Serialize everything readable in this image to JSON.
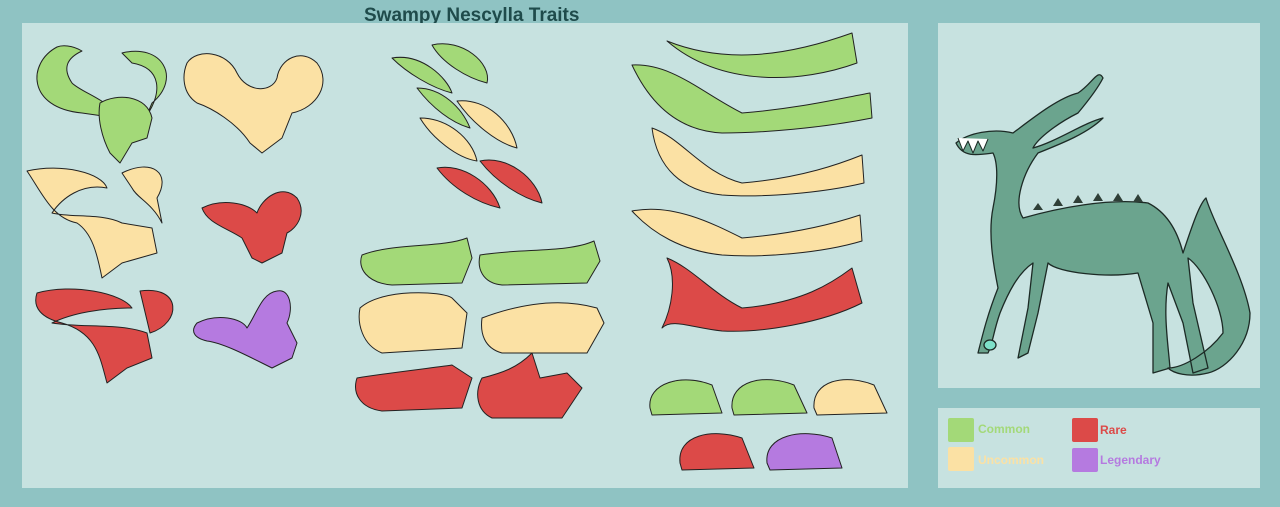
{
  "title": "Swampy Nescylla Traits",
  "colors": {
    "common": "#a3d978",
    "uncommon": "#fbe1a4",
    "rare": "#dc4a48",
    "legendary": "#b57ae0",
    "creature": "#6ba48e",
    "background": "#8fc3c3",
    "panel": "#c7e2e0"
  },
  "legend": [
    {
      "label": "Common",
      "color": "#a3d978"
    },
    {
      "label": "Rare",
      "color": "#dc4a48"
    },
    {
      "label": "Uncommon",
      "color": "#fbe1a4"
    },
    {
      "label": "Legendary",
      "color": "#b57ae0"
    }
  ]
}
